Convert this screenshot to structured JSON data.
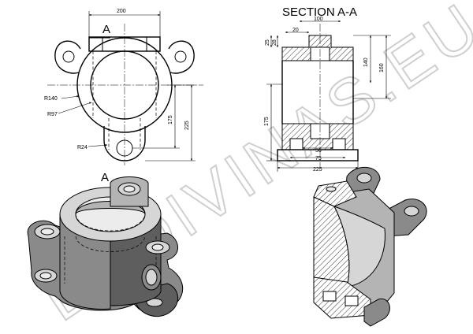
{
  "labels": {
    "section_title": "SECTION A-A",
    "view_a_top": "A",
    "view_a_bottom": "A",
    "watermark": "EDDIVINAS.EU"
  },
  "top_view": {
    "width": "200",
    "r_outer": "R140",
    "r_inner": "R97",
    "r_lug": "R24",
    "height_175": "175",
    "height_225": "225"
  },
  "section_view": {
    "d100": "100",
    "d20": "20",
    "d25": "25",
    "d28": "28",
    "d140": "140",
    "d160": "160",
    "d175": "175",
    "d56": "56",
    "d75": "75",
    "d225": "225"
  }
}
